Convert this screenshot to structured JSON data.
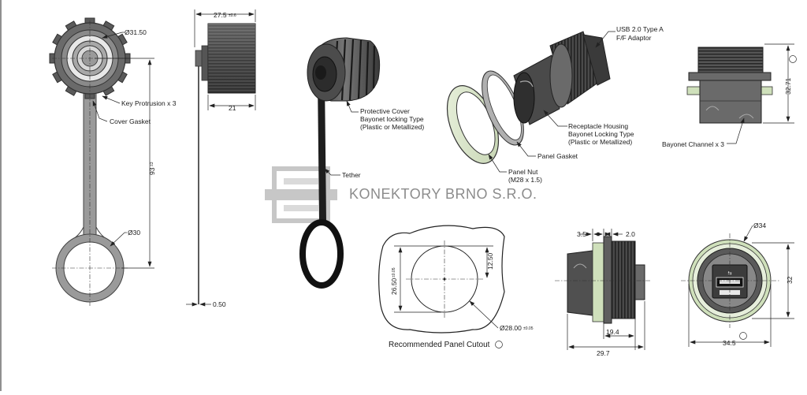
{
  "watermark": {
    "text": "KONEKTORY BRNO S.R.O."
  },
  "views": {
    "cover_front": {
      "dia_outer": "Ø31.50",
      "key_protrusion": "Key Protrusion x 3",
      "cover_gasket": "Cover Gasket",
      "length": "93",
      "length_tol": "±3",
      "ring_dia": "Ø30"
    },
    "cover_side": {
      "width": "27.5",
      "width_tol": "±0.6",
      "cap_width": "21",
      "tether_thk": "0.50"
    },
    "iso_cover": {
      "protective_cover": [
        "Protective Cover",
        "Bayonet locking Type",
        "(Plastic or Metallized)"
      ],
      "tether": "Tether"
    },
    "exploded": {
      "usb": [
        "USB 2.0 Type A",
        "F/F Adaptor"
      ],
      "receptacle": [
        "Receptacle Housing",
        "Bayonet Locking Type",
        "(Plastic or Metallized)"
      ],
      "panel_gasket": "Panel Gasket",
      "panel_nut": [
        "Panel Nut",
        "(M28 x 1.5)"
      ]
    },
    "receptacle_side": {
      "height": "32.71",
      "bayonet_channel": "Bayonet Channel x 3"
    },
    "cutout": {
      "height": "26.50",
      "height_tol": "±0.05",
      "half": "12.50",
      "dia": "Ø28.00",
      "dia_tol": "±0.05",
      "caption": "Recommended Panel Cutout"
    },
    "receptacle_profile": {
      "flange": "3.5",
      "gasket": "2.0",
      "body": "19.4",
      "total": "29.7"
    },
    "receptacle_front": {
      "dia": "Ø34",
      "height": "32",
      "width": "34.5"
    }
  }
}
